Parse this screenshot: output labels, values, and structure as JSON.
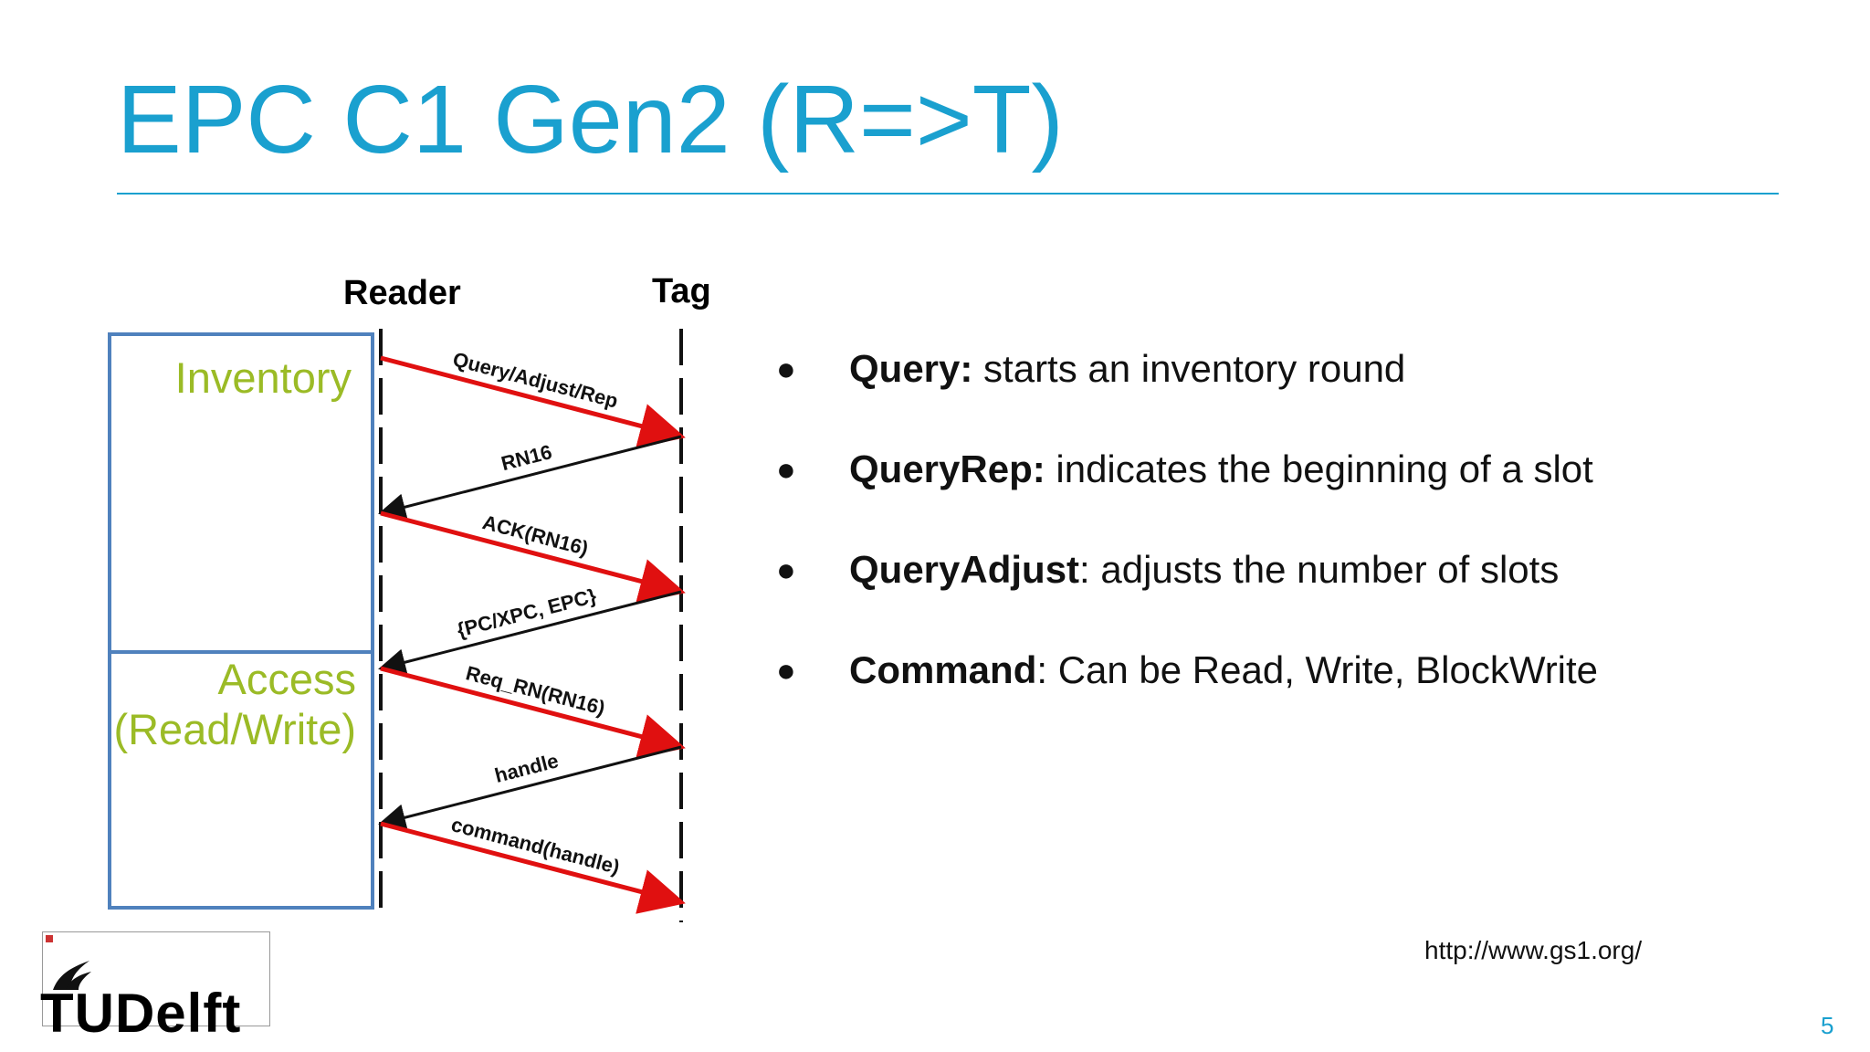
{
  "slide": {
    "title": "EPC C1 Gen2 (R=>T)",
    "page_number": "5"
  },
  "diagram": {
    "reader_label": "Reader",
    "tag_label": "Tag",
    "phases": [
      {
        "label": "Inventory"
      },
      {
        "label_line1": "Access",
        "label_line2": "(Read/Write)"
      }
    ],
    "messages": [
      {
        "text": "Query/Adjust/Rep",
        "direction": "reader-to-tag",
        "color": "#E01010"
      },
      {
        "text": "RN16",
        "direction": "tag-to-reader",
        "color": "#111111"
      },
      {
        "text": "ACK(RN16)",
        "direction": "reader-to-tag",
        "color": "#E01010"
      },
      {
        "text": "{PC/XPC, EPC}",
        "direction": "tag-to-reader",
        "color": "#111111"
      },
      {
        "text": "Req_RN(RN16)",
        "direction": "reader-to-tag",
        "color": "#E01010"
      },
      {
        "text": "handle",
        "direction": "tag-to-reader",
        "color": "#111111"
      },
      {
        "text": "command(handle)",
        "direction": "reader-to-tag",
        "color": "#E01010"
      }
    ]
  },
  "bullets": [
    {
      "term": "Query:",
      "desc": " starts an inventory round"
    },
    {
      "term": "QueryRep:",
      "desc": " indicates the beginning of a slot"
    },
    {
      "term": "QueryAdjust",
      "desc": ": adjusts the number of slots"
    },
    {
      "term": "Command",
      "desc": ": Can be Read, Write, BlockWrite"
    }
  ],
  "source_link": "http://www.gs1.org/",
  "logo": {
    "text": "TUDelft"
  },
  "colors": {
    "accent": "#1AA0CF",
    "phase_label": "#9BBB26",
    "box_border": "#4F81BD",
    "request_arrow": "#E01010"
  }
}
